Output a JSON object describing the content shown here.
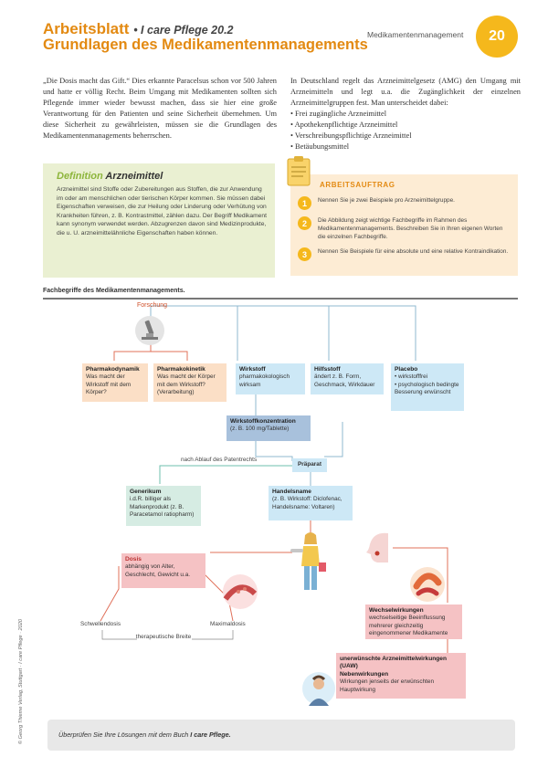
{
  "header": {
    "worksheet": "Arbeitsblatt",
    "series": "• I care Pflege 20.2",
    "title": "Grundlagen des Medikamentenmanagements",
    "topic": "Medikamentenmanagement",
    "number": "20"
  },
  "intro": {
    "left": "„Die Dosis macht das Gift.“ Dies erkannte Paracelsus schon vor 500 Jahren und hatte er völlig Recht. Beim Umgang mit Medikamenten sollten sich Pflegende immer wieder bewusst machen, dass sie hier eine große Verantwortung für den Patienten und seine Sicherheit übernehmen. Um diese Sicherheit zu gewährleisten, müssen sie die Grundlagen des Medikamentenmanagements beherrschen.",
    "right": "In Deutschland regelt das Arzneimittelgesetz (AMG) den Umgang mit Arzneimitteln und legt u.a. die Zugänglichkeit der einzelnen Arzneimittelgruppen fest. Man unterscheidet dabei:",
    "groups": [
      "Frei zugängliche Arzneimittel",
      "Apothekenpflichtige Arzneimittel",
      "Verschreibungspflichtige Arzneimittel",
      "Betäubungsmittel"
    ]
  },
  "definition": {
    "keyword": "Definition",
    "term": "Arzneimittel",
    "text": "Arzneimittel sind Stoffe oder Zubereitungen aus Stoffen, die zur Anwendung im oder am menschlichen oder tierischen Körper kommen. Sie müssen dabei Eigenschaften verweisen, die zur Heilung oder Linderung oder Verhütung von Krankheiten führen, z. B. Kontrastmittel, zählen dazu. Der Begriff Medikament kann synonym verwendet werden. Abzugrenzen davon sind Medizinprodukte, die u. U. arzneimittelähnliche Eigenschaften haben können."
  },
  "tasks": {
    "heading": "ARBEITSAUFTRAG",
    "items": [
      {
        "n": "1",
        "text": "Nennen Sie je zwei Beispiele pro Arzneimittelgruppe."
      },
      {
        "n": "2",
        "text": "Die Abbildung zeigt wichtige Fachbegriffe im Rahmen des Medikamentenmanagements. Beschreiben Sie in Ihren eigenen Worten die einzelnen Fachbegriffe."
      },
      {
        "n": "3",
        "text": "Nennen Sie Beispiele für eine absolute und eine relative Kontraindikation."
      }
    ]
  },
  "diagram": {
    "title": "Fachbegriffe des Medikamentenmanagements.",
    "forschung": "Forschung",
    "pharmakodynamik": {
      "title": "Pharmakodynamik",
      "text": "Was macht der Wirkstoff mit dem Körper?"
    },
    "pharmakokinetik": {
      "title": "Pharmakokinetik",
      "text": "Was macht der Körper mit dem Wirkstoff? (Verarbeitung)"
    },
    "wirkstoff": {
      "title": "Wirkstoff",
      "text": "pharmakokologisch wirksam"
    },
    "hilfsstoff": {
      "title": "Hilfsstoff",
      "text": "ändert z. B. Form, Geschmack, Wirkdauer"
    },
    "placebo": {
      "title": "Placebo",
      "items": [
        "wirkstofffrei",
        "psychologisch bedingte Besserung erwünscht"
      ]
    },
    "konzentration": {
      "title": "Wirkstoffkonzentration",
      "text": "(z. B. 100 mg/Tablette)"
    },
    "praeparat": "Präparat",
    "patent": "nach Ablauf des Patentrechts",
    "generikum": {
      "title": "Generikum",
      "text": "i.d.R. billiger als Markenprodukt (z. B. Paracetamol ratiopharm)"
    },
    "handelsname": {
      "title": "Handelsname",
      "text": "(z. B. Wirkstoff: Diclofenac, Handelsname: Voltaren)"
    },
    "dosis": {
      "title": "Dosis",
      "text": "abhängig von Alter, Geschlecht, Gewicht u.a."
    },
    "schwellendosis": "Schwellendosis",
    "maximaldosis": "Maximaldosis",
    "breite": "therapeutische Breite",
    "wechselwirkungen": {
      "title": "Wechselwirkungen",
      "text": "wechselseitige Beeinflussung mehrerer gleichzeitig eingenommener Medikamente"
    },
    "uaw": {
      "title": "unerwünschte Arzneimittelwirkungen (UAW)",
      "title2": "Nebenwirkungen",
      "text": "Wirkungen jenseits der erwünschten Hauptwirkung"
    }
  },
  "footer": {
    "prefix": "Überprüfen Sie Ihre Lösungen mit dem Buch",
    "book": "I care Pflege."
  },
  "copyright": "© Georg Thieme Verlag, Stuttgart · I care Pflege · 2020",
  "colors": {
    "accent": "#e38a12",
    "badge": "#f5b81c",
    "definition_bg": "#eaf0d2",
    "task_bg": "#fdecd4",
    "orange_box": "#fbdfc6",
    "blue_box": "#cde8f6",
    "teal_box": "#d6ece3",
    "navy_box": "#a8c1dc",
    "pink_box": "#f5c2c4"
  },
  "icons": [
    "microscope-icon",
    "clipboard-icon",
    "woman-figure-icon",
    "head-profile-icon",
    "blood-vessel-icon",
    "pill-capsule-icon",
    "man-figure-icon"
  ]
}
